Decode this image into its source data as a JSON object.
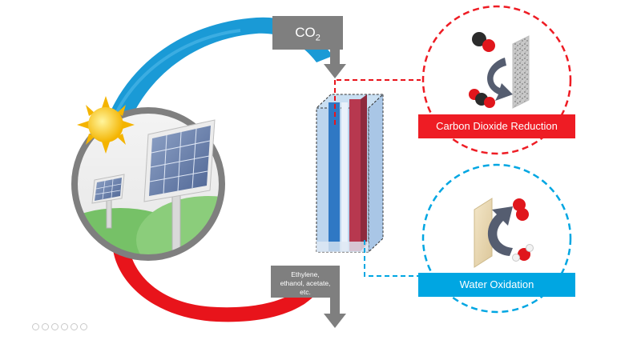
{
  "inputs": {
    "co2_main": "CO",
    "co2_sub": "2"
  },
  "products": {
    "line1": "Ethylene,",
    "line2": "ethanol, acetate,",
    "line3": "etc."
  },
  "callouts": {
    "reduction_label": "Carbon Dioxide Reduction",
    "oxidation_label": "Water Oxidation"
  },
  "colors": {
    "reduction_red": "#ee1c24",
    "oxidation_blue": "#00a6e2",
    "arrow_blue": "#1a9ad6",
    "arrow_red": "#e8141b",
    "label_gray": "#7f7f7f"
  },
  "icons": {
    "sun": "sun-icon",
    "solar_panel": "solar-panel-icon",
    "co2_molecule": "carbon-dioxide-molecule-icon",
    "co_molecule": "carbon-monoxide-molecule-icon",
    "o2_molecule": "oxygen-molecule-icon",
    "h2o_molecule": "water-molecule-icon"
  }
}
